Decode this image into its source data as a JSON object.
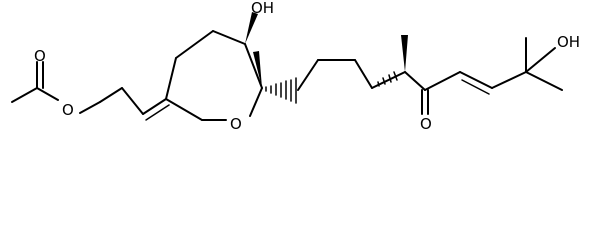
{
  "atoms": {
    "hydroxyl_ring": "OH",
    "ring_oxygen": "O",
    "ester_carbonyl_oxygen": "O",
    "ester_oxygen": "O",
    "ketone_oxygen": "O",
    "hydroxyl_terminal": "OH"
  },
  "colors": {
    "bond": "#000000",
    "label": "#000000",
    "background": "#ffffff"
  }
}
